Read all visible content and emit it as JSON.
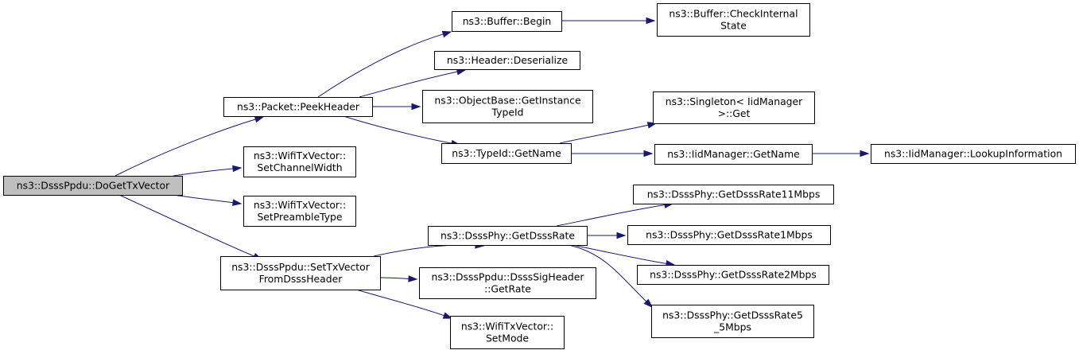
{
  "colors": {
    "edge": "#191970",
    "root_fill": "#bfbfbf",
    "node_fill": "#ffffff",
    "node_border": "#000000"
  },
  "nodes": {
    "root": [
      "ns3::DsssPpdu::DoGetTxVector"
    ],
    "peekHeader": [
      "ns3::Packet::PeekHeader"
    ],
    "setChannelWidth": [
      "ns3::WifiTxVector::",
      "SetChannelWidth"
    ],
    "setPreambleType": [
      "ns3::WifiTxVector::",
      "SetPreambleType"
    ],
    "setTxVectorFromDsssHeader": [
      "ns3::DsssPpdu::SetTxVector",
      "FromDsssHeader"
    ],
    "bufferBegin": [
      "ns3::Buffer::Begin"
    ],
    "checkInternalState": [
      "ns3::Buffer::CheckInternal",
      "State"
    ],
    "headerDeserialize": [
      "ns3::Header::Deserialize"
    ],
    "getInstanceTypeId": [
      "ns3::ObjectBase::GetInstance",
      "TypeId"
    ],
    "typeIdGetName": [
      "ns3::TypeId::GetName"
    ],
    "singletonGet": [
      "ns3::Singleton< IidManager",
      ">::Get"
    ],
    "iidGetName": [
      "ns3::IidManager::GetName"
    ],
    "lookupInformation": [
      "ns3::IidManager::LookupInformation"
    ],
    "getDsssRate": [
      "ns3::DsssPhy::GetDsssRate"
    ],
    "getDsssRate11": [
      "ns3::DsssPhy::GetDsssRate11Mbps"
    ],
    "getDsssRate1": [
      "ns3::DsssPhy::GetDsssRate1Mbps"
    ],
    "getDsssRate2": [
      "ns3::DsssPhy::GetDsssRate2Mbps"
    ],
    "getDsssRate5": [
      "ns3::DsssPhy::GetDsssRate5",
      "_5Mbps"
    ],
    "sigHeaderGetRate": [
      "ns3::DsssPpdu::DsssSigHeader",
      "::GetRate"
    ],
    "setMode": [
      "ns3::WifiTxVector::",
      "SetMode"
    ]
  },
  "edges": [
    [
      "root",
      "peekHeader"
    ],
    [
      "root",
      "setChannelWidth"
    ],
    [
      "root",
      "setPreambleType"
    ],
    [
      "root",
      "setTxVectorFromDsssHeader"
    ],
    [
      "peekHeader",
      "bufferBegin"
    ],
    [
      "peekHeader",
      "headerDeserialize"
    ],
    [
      "peekHeader",
      "getInstanceTypeId"
    ],
    [
      "peekHeader",
      "typeIdGetName"
    ],
    [
      "bufferBegin",
      "checkInternalState"
    ],
    [
      "typeIdGetName",
      "singletonGet"
    ],
    [
      "typeIdGetName",
      "iidGetName"
    ],
    [
      "iidGetName",
      "lookupInformation"
    ],
    [
      "setTxVectorFromDsssHeader",
      "getDsssRate"
    ],
    [
      "setTxVectorFromDsssHeader",
      "sigHeaderGetRate"
    ],
    [
      "setTxVectorFromDsssHeader",
      "setMode"
    ],
    [
      "getDsssRate",
      "getDsssRate11"
    ],
    [
      "getDsssRate",
      "getDsssRate1"
    ],
    [
      "getDsssRate",
      "getDsssRate2"
    ],
    [
      "getDsssRate",
      "getDsssRate5"
    ]
  ]
}
